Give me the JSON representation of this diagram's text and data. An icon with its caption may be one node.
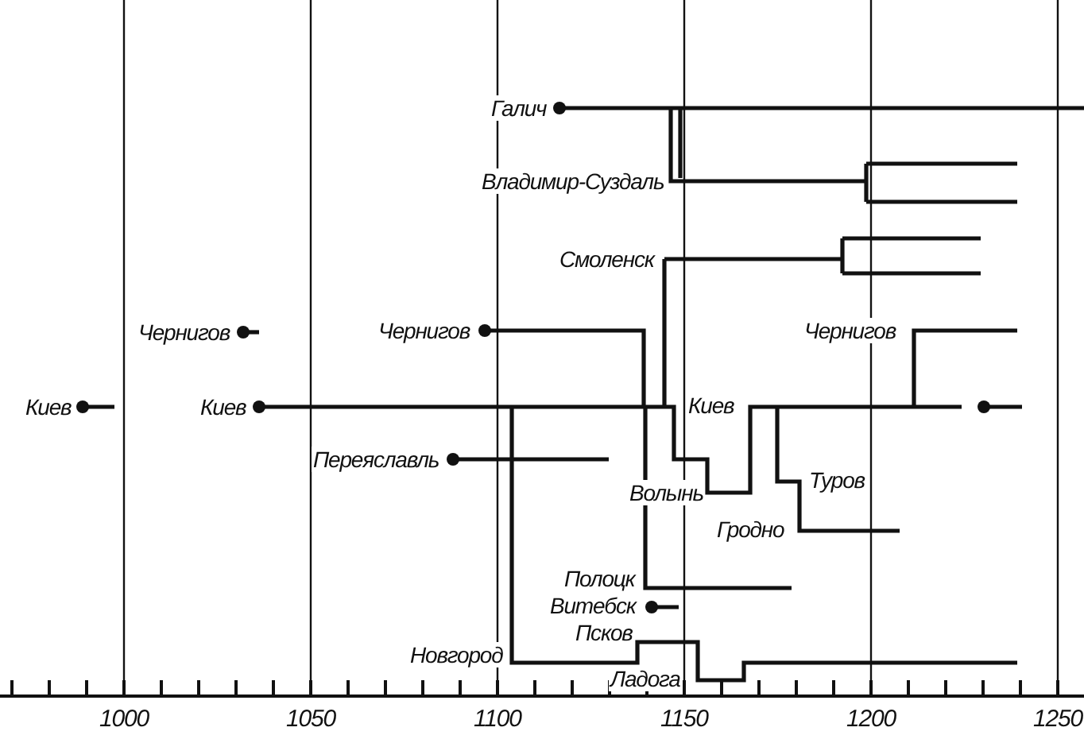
{
  "diagram": {
    "labels": [
      "Галич",
      "Владимир-Суздаль",
      "Смоленск",
      "Чернигов",
      "Чернигов",
      "Чернигов",
      "Киев",
      "Киев",
      "Киев",
      "Переяславль",
      "Туров",
      "Волынь",
      "Гродно",
      "Полоцк",
      "Витебск",
      "Псков",
      "Новгород",
      "Ладога",
      "1000",
      "1050",
      "1100",
      "1150",
      "1200",
      "1250"
    ]
  }
}
